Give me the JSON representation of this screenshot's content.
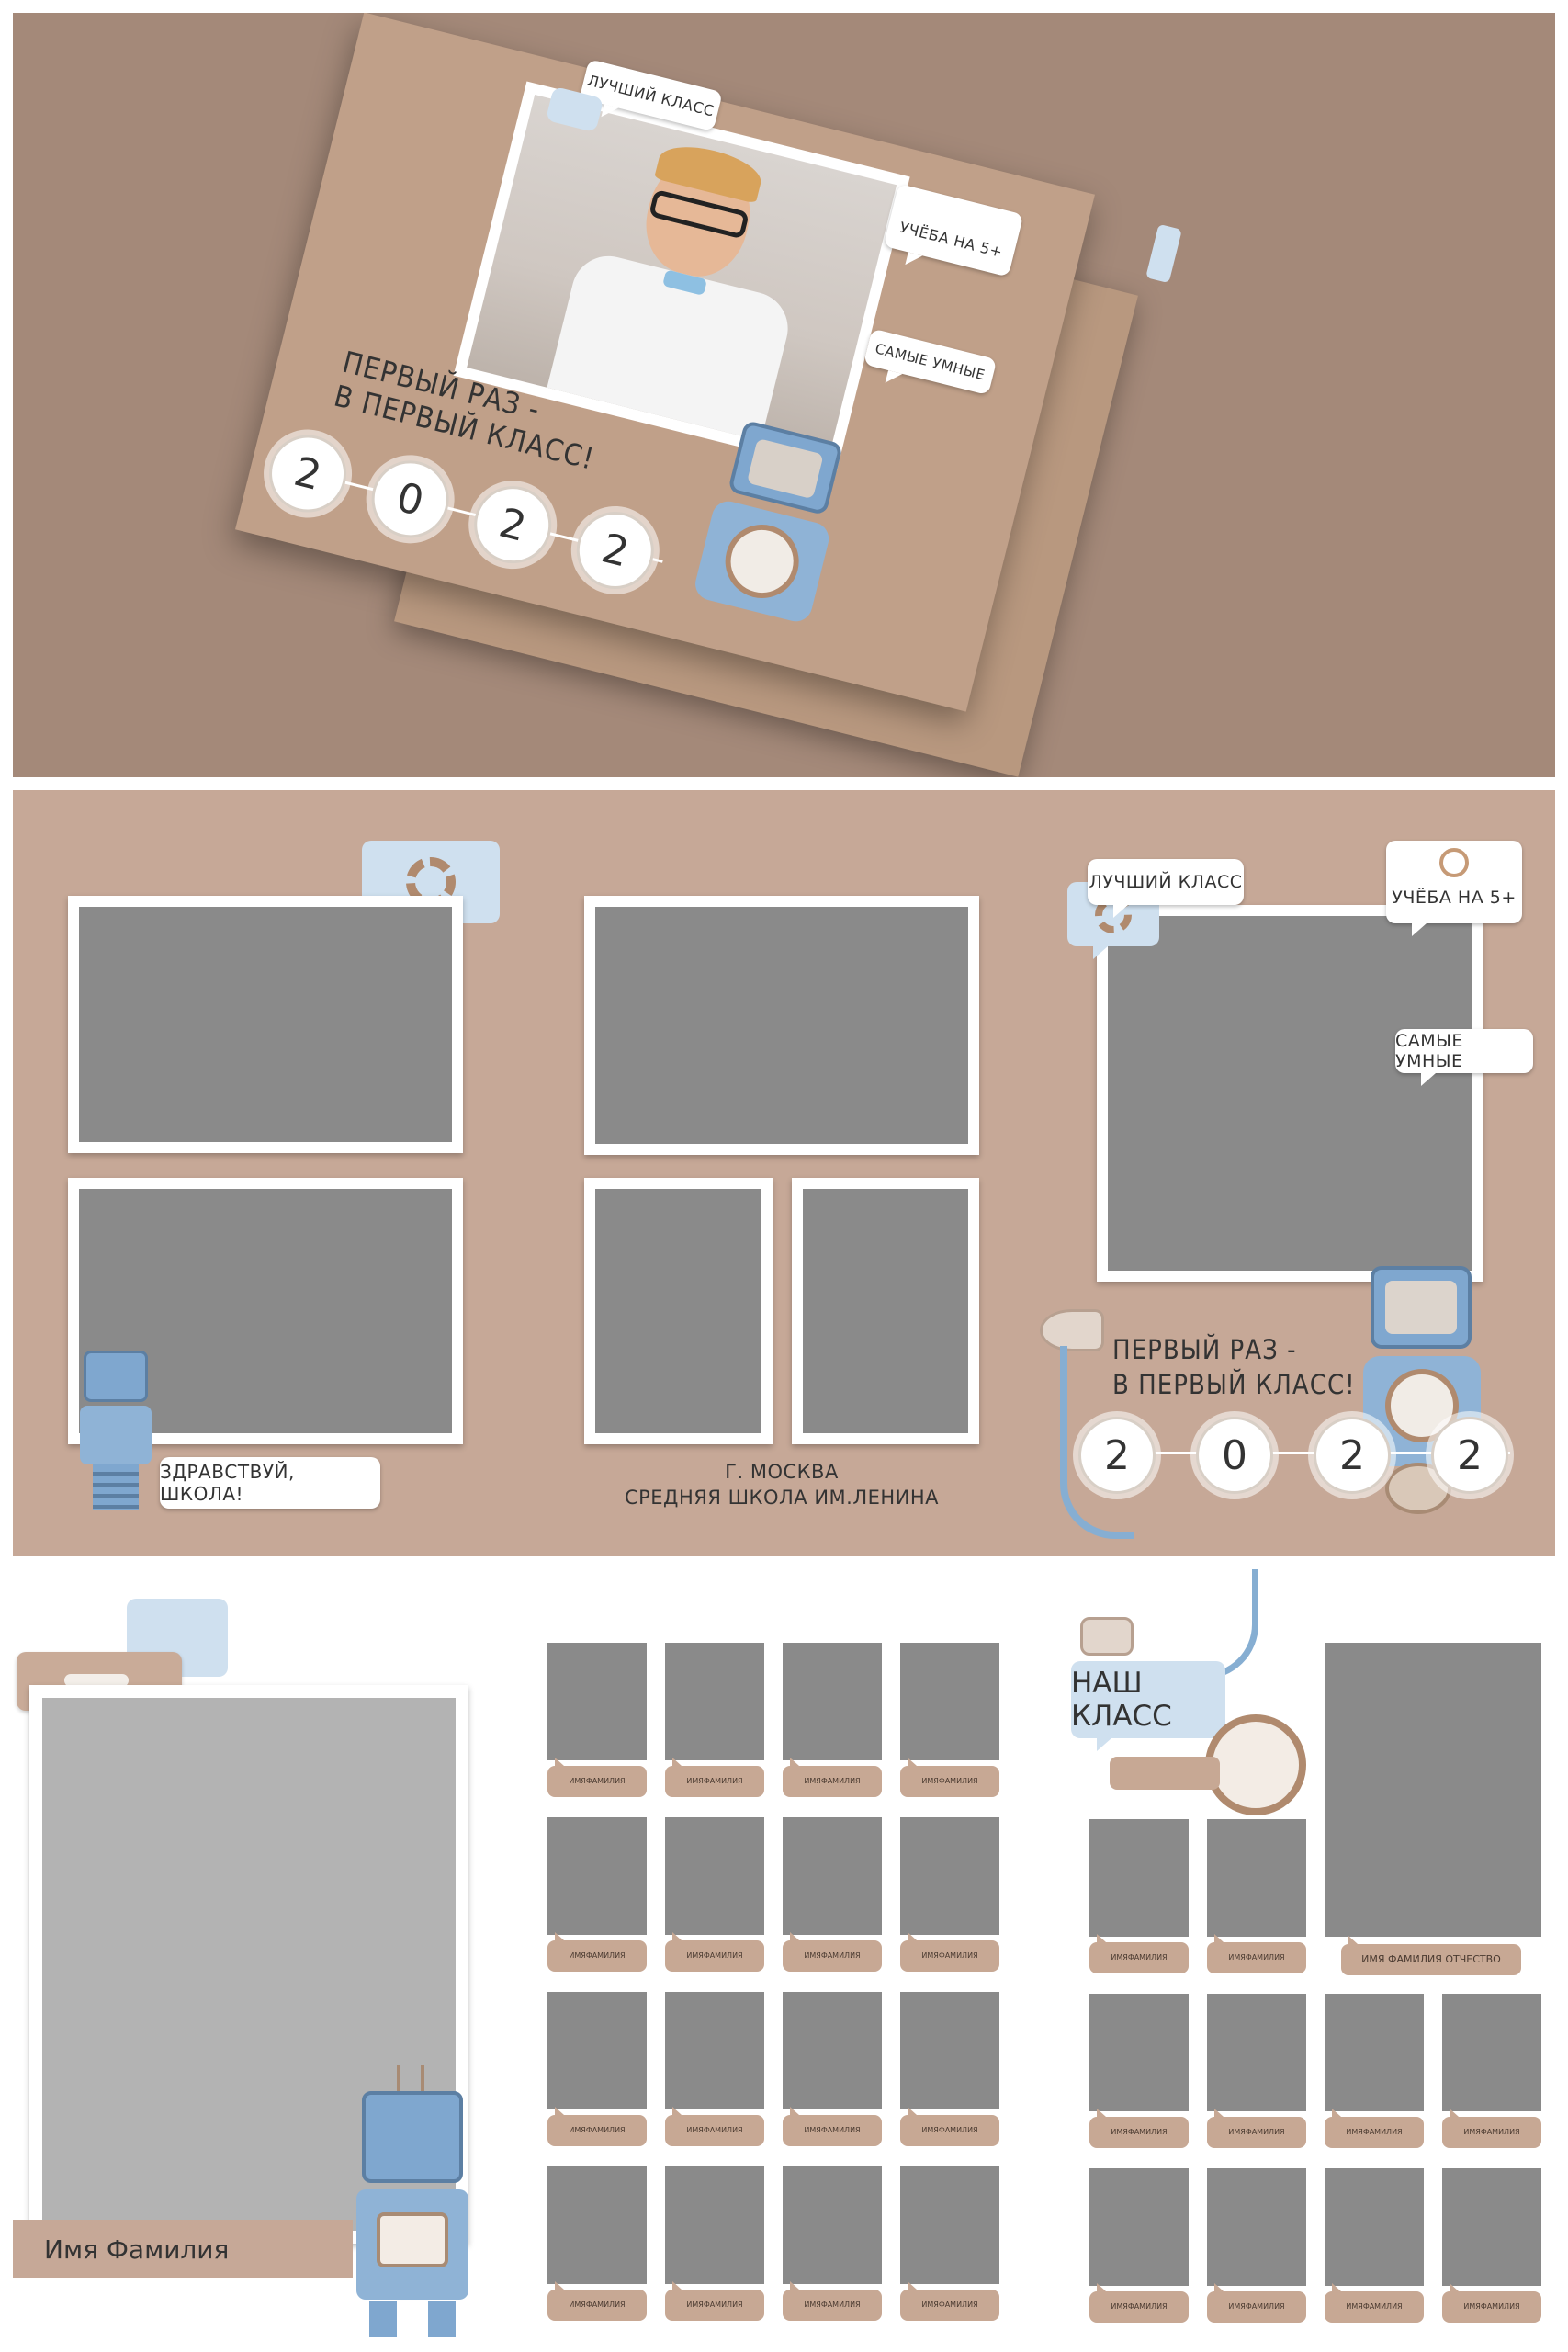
{
  "top_mockup": {
    "bubbles": [
      "ЛУЧШИЙ КЛАСС",
      "УЧЁБА НА 5+",
      "САМЫЕ УМНЫЕ"
    ],
    "title_line1": "ПЕРВЫЙ РАЗ -",
    "title_line2": "В ПЕРВЫЙ КЛАСС!",
    "year_digits": [
      "2",
      "0",
      "2",
      "2"
    ]
  },
  "spread": {
    "hello_bubble": "ЗДРАВСТВУЙ, ШКОЛА!",
    "city": "Г. МОСКВА",
    "school": "СРЕДНЯЯ ШКОЛА ИМ.ЛЕНИНА",
    "bubbles": [
      "ЛУЧШИЙ КЛАСС",
      "УЧЁБА НА 5+",
      "САМЫЕ УМНЫЕ"
    ],
    "title_line1": "ПЕРВЫЙ РАЗ -",
    "title_line2": "В ПЕРВЫЙ КЛАСС!",
    "year_digits": [
      "2",
      "0",
      "2",
      "2"
    ]
  },
  "bottom": {
    "student_name": "Имя Фамилия",
    "class_title": "НАШ КЛАСС",
    "teacher_label": "ИМЯ ФАМИЛИЯ ОТЧЕСТВО",
    "tile_label_line1": "ИМЯ",
    "tile_label_line2": "ФАМИЛИЯ"
  },
  "colors": {
    "beige": "#c7a894",
    "dark_beige": "#9c7f6c",
    "light_blue": "#cfe0ef",
    "photo_gray": "#8a8a8a"
  }
}
